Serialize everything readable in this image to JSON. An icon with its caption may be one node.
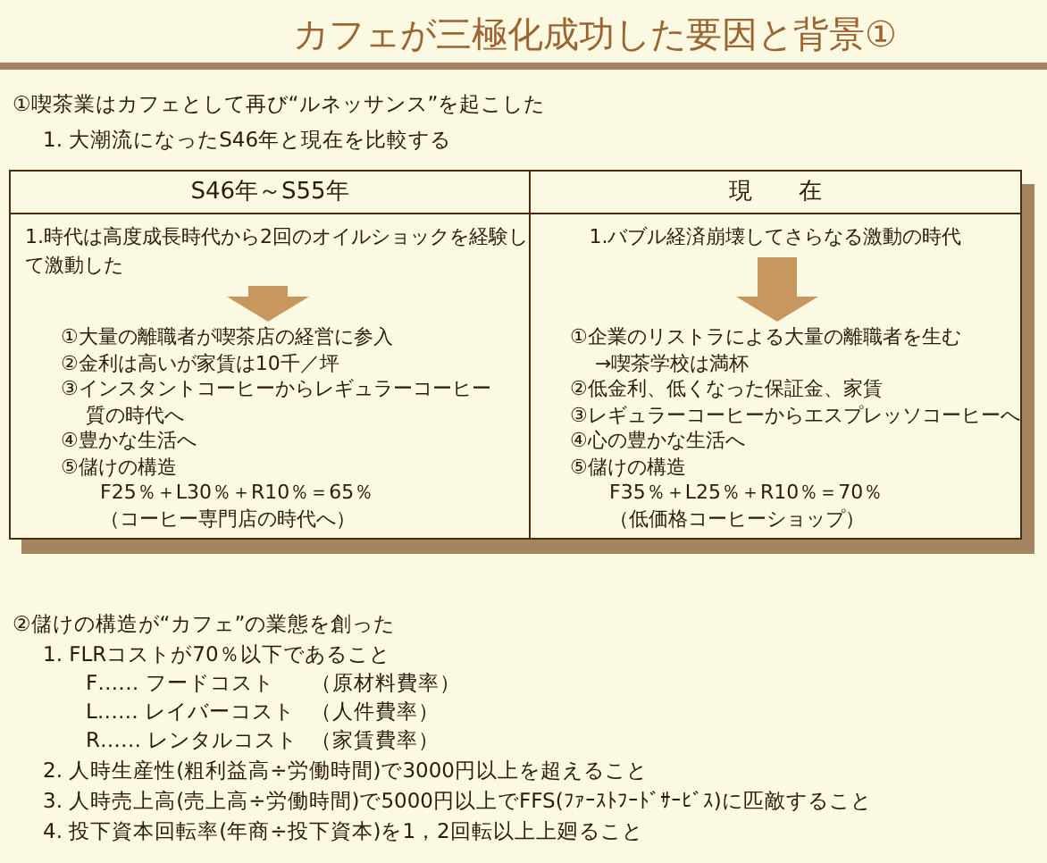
{
  "diagram": {
    "title": "カフェが三極化成功した要因と背景①",
    "nodes": [
      {
        "text": [
          "S46年～S55年"
        ]
      },
      {
        "text": [
          "1.時代は高度成長時代から2回のオイルショックを経験して激動した"
        ],
        "in": 0
      },
      {
        "text": [
          "①大量の離職者が喫茶店の経営に参入",
          "②金利は高いが家賃は10千／坪",
          "③インスタントコーヒーからレギュラーコーヒー",
          "質の時代へ",
          "④豊かな生活へ",
          "⑤儲けの構造",
          "F25％＋L30％＋R10％＝65％",
          "（コーヒー専門店の時代へ）"
        ],
        "in": 0
      },
      {
        "text": [
          "現　　在"
        ]
      },
      {
        "text": [
          "1.バブル経済崩壊してさらなる激動の時代"
        ],
        "in": 3
      },
      {
        "text": [
          "①企業のリストラによる大量の離職者を生む",
          "→喫茶学校は満杯",
          "②低金利、低くなった保証金、家賃",
          "③レギュラーコーヒーからエスプレッソコーヒーへ",
          "④心の豊かな生活へ",
          "⑤儲けの構造",
          "F35％＋L25％＋R10％＝70％",
          "（低価格コーヒーショップ）"
        ],
        "in": 3
      }
    ],
    "edges": [
      {
        "from": 1,
        "to": 2,
        "arrow": "to"
      },
      {
        "from": 4,
        "to": 5,
        "arrow": "to"
      }
    ],
    "labels": [
      "①喫茶業はカフェとして再び“ルネッサンス”を起こした",
      "1. 大潮流になったS46年と現在を比較する",
      "②儲けの構造が“カフェ”の業態を創った",
      "1. FLRコストが70％以下であること",
      "F‥‥‥ フードコスト",
      "（原材料費率）",
      "L‥‥‥ レイバーコスト",
      "（人件費率）",
      "R‥‥‥ レンタルコスト",
      "（家賃費率）",
      "2. 人時生産性(粗利益高÷労働時間)で3000円以上を超えること",
      "3. 人時売上高(売上高÷労働時間)で5000円以上でFFS(ﾌｧｰｽﾄﾌｰﾄﾞｻｰﾋﾞｽ)に匹敵すること",
      "4. 投下資本回転率(年商÷投下資本)を1，2回転以上上廻ること"
    ]
  }
}
